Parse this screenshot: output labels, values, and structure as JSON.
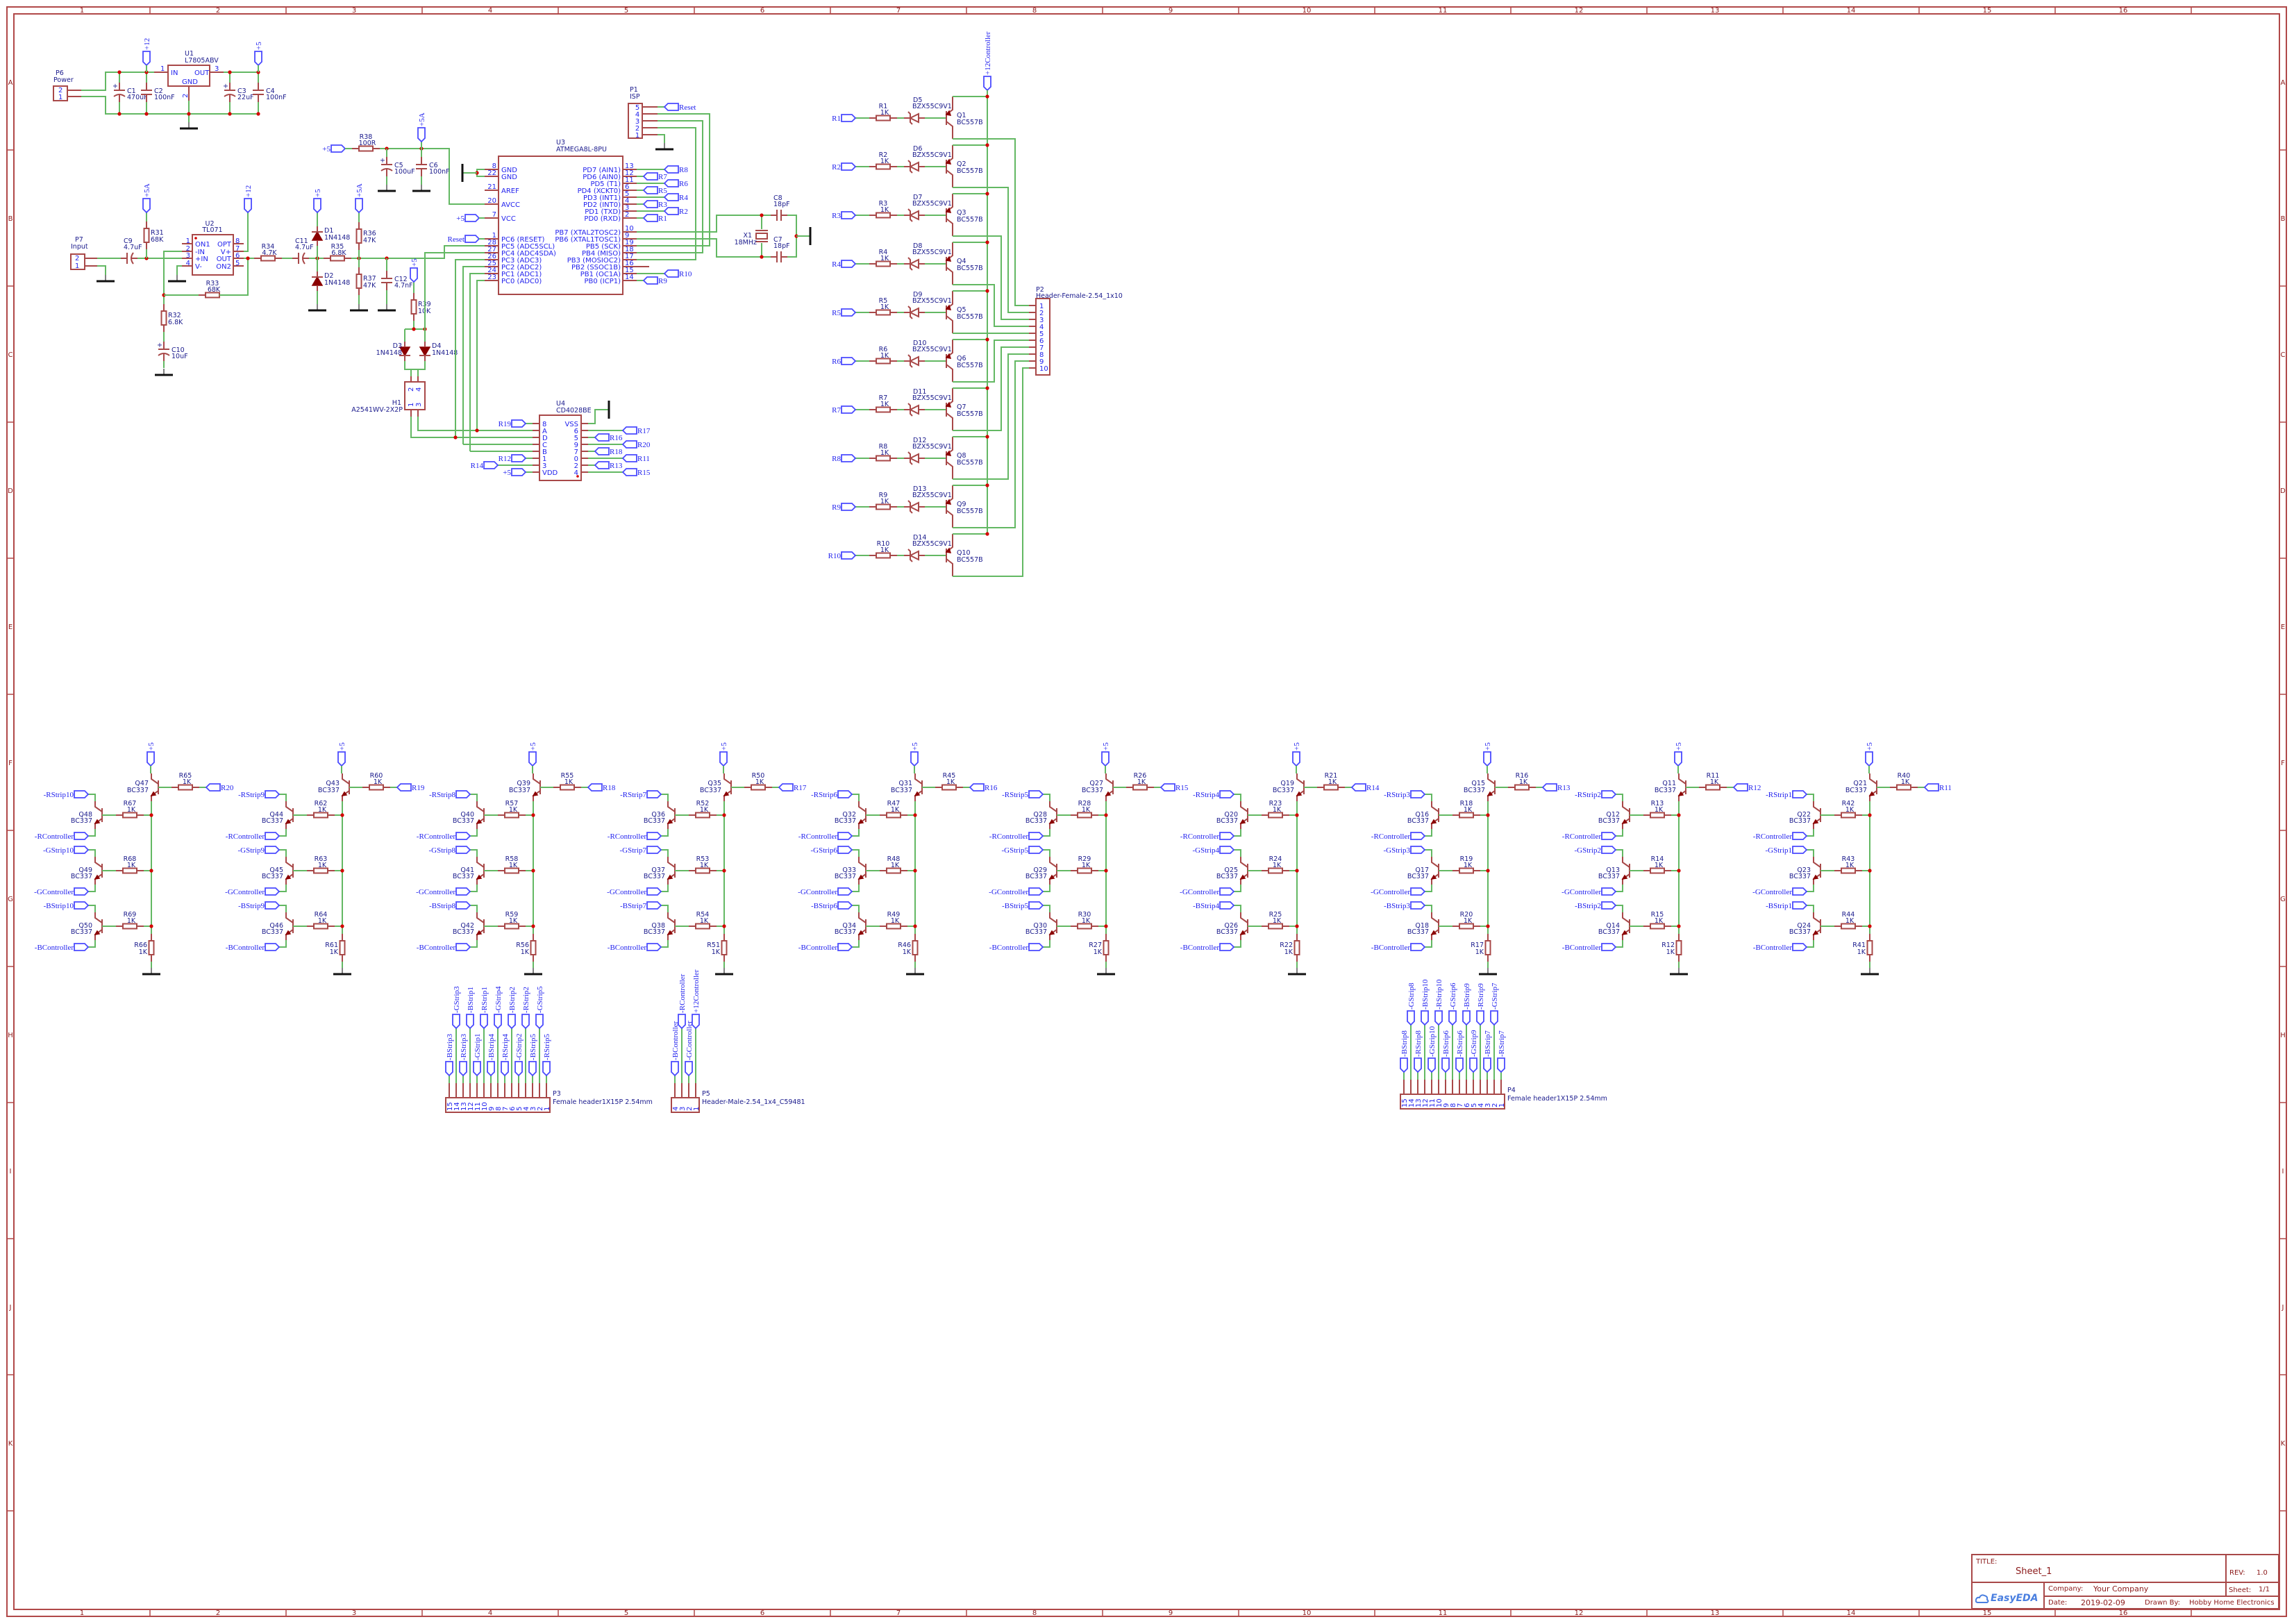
{
  "frame": {
    "columns": [
      "1",
      "2",
      "3",
      "4",
      "5",
      "6",
      "7",
      "8",
      "9",
      "10",
      "11",
      "12",
      "13",
      "14",
      "15",
      "16"
    ],
    "rows": [
      "A",
      "B",
      "C",
      "D",
      "E",
      "F",
      "G",
      "H",
      "I",
      "J",
      "K"
    ]
  },
  "title_block": {
    "title_label": "TITLE:",
    "title": "Sheet_1",
    "rev_label": "REV:",
    "rev": "1.0",
    "company_label": "Company:",
    "company": "Your Company",
    "sheet_label": "Sheet:",
    "sheet": "1/1",
    "date_label": "Date:",
    "date": "2019-02-09",
    "drawn_by_label": "Drawn By:",
    "drawn_by": "Hobby Home Electronics",
    "logo": "EasyEDA",
    "logo_color": "#4a7fe0"
  },
  "colors": {
    "wire": "#63b863",
    "component": "#a84848",
    "net_label": "#2222ee",
    "junction": "#d40000",
    "frame": "#b04848"
  },
  "power_supply": {
    "connector": {
      "ref": "P6",
      "value": "Power",
      "pins": [
        "2",
        "1"
      ]
    },
    "regulator": {
      "ref": "U1",
      "value": "L7805ABV",
      "pin_in": "IN",
      "pin_out": "OUT",
      "pin_gnd": "GND",
      "pin_numbers": [
        "1",
        "3",
        "2"
      ]
    },
    "caps": [
      {
        "ref": "C1",
        "value": "470uF"
      },
      {
        "ref": "C2",
        "value": "100nF"
      },
      {
        "ref": "C3",
        "value": "22uF"
      },
      {
        "ref": "C4",
        "value": "100nF"
      }
    ],
    "ports": [
      "+12",
      "+5"
    ]
  },
  "input_stage": {
    "connector": {
      "ref": "P7",
      "value": "Input",
      "pins": [
        "2",
        "1"
      ]
    },
    "opamp": {
      "ref": "U2",
      "value": "TL071",
      "left_pins": [
        {
          "num": "1",
          "name": "ON1"
        },
        {
          "num": "2",
          "name": "-IN"
        },
        {
          "num": "3",
          "name": "+IN"
        },
        {
          "num": "4",
          "name": "V-"
        }
      ],
      "right_pins": [
        {
          "num": "8",
          "name": "OPT"
        },
        {
          "num": "7",
          "name": "V+"
        },
        {
          "num": "6",
          "name": "OUT"
        },
        {
          "num": "5",
          "name": "ON2"
        }
      ]
    },
    "C9": {
      "ref": "C9",
      "value": "4.7uF"
    },
    "R31": {
      "ref": "R31",
      "value": "68K"
    },
    "R32": {
      "ref": "R32",
      "value": "6.8K"
    },
    "R33": {
      "ref": "R33",
      "value": "68K"
    },
    "C10": {
      "ref": "C10",
      "value": "10uF"
    },
    "R34": {
      "ref": "R34",
      "value": "4.7K"
    },
    "C11": {
      "ref": "C11",
      "value": "4.7uF"
    },
    "D1": {
      "ref": "D1",
      "value": "1N4148"
    },
    "D2": {
      "ref": "D2",
      "value": "1N4148"
    },
    "R35": {
      "ref": "R35",
      "value": "6.8K"
    },
    "R36": {
      "ref": "R36",
      "value": "47K"
    },
    "R37": {
      "ref": "R37",
      "value": "47K"
    },
    "C12": {
      "ref": "C12",
      "value": "4.7nF"
    },
    "R39": {
      "ref": "R39",
      "value": "10K"
    },
    "D3": {
      "ref": "D3",
      "value": "1N4148"
    },
    "D4": {
      "ref": "D4",
      "value": "1N4148"
    },
    "H1": {
      "ref": "H1",
      "value": "A2541WV-2X2P",
      "pins": [
        "2",
        "4",
        "1",
        "3"
      ]
    },
    "ports": {
      "p5a": "+5A",
      "p12": "+12",
      "p5": "+5"
    }
  },
  "mcu_supply": {
    "R38": {
      "ref": "R38",
      "value": "100R"
    },
    "C5": {
      "ref": "C5",
      "value": "100uF"
    },
    "C6": {
      "ref": "C6",
      "value": "100nF"
    },
    "ports": {
      "in": "+5",
      "p5a": "+5A",
      "vcc": "+5"
    }
  },
  "mcu": {
    "ref": "U3",
    "value": "ATMEGA8L-8PU",
    "left_pins": [
      {
        "num": "8",
        "name": "GND"
      },
      {
        "num": "22",
        "name": "GND"
      },
      {
        "num": "21",
        "name": "AREF"
      },
      {
        "num": "20",
        "name": "AVCC"
      },
      {
        "num": "7",
        "name": "VCC"
      },
      {
        "num": "1",
        "name": "PC6 (RESET)"
      },
      {
        "num": "28",
        "name": "PC5 (ADC5SCL)"
      },
      {
        "num": "27",
        "name": "PC4 (ADC4SDA)"
      },
      {
        "num": "26",
        "name": "PC3 (ADC3)"
      },
      {
        "num": "25",
        "name": "PC2 (ADC2)"
      },
      {
        "num": "24",
        "name": "PC1 (ADC1)"
      },
      {
        "num": "23",
        "name": "PC0 (ADC0)"
      }
    ],
    "right_pins": [
      {
        "num": "13",
        "name": "PD7 (AIN1)",
        "net": "R8"
      },
      {
        "num": "12",
        "name": "PD6 (AIN0)",
        "net": "R7"
      },
      {
        "num": "11",
        "name": "PD5 (T1)",
        "net": "R6"
      },
      {
        "num": "6",
        "name": "PD4 (XCKT0)",
        "net": "R5"
      },
      {
        "num": "5",
        "name": "PD3 (INT1)",
        "net": "R4"
      },
      {
        "num": "4",
        "name": "PD2 (INT0)",
        "net": "R3"
      },
      {
        "num": "3",
        "name": "PD1 (TXD)",
        "net": "R2"
      },
      {
        "num": "2",
        "name": "PD0 (RXD)",
        "net": "R1"
      },
      {
        "num": "10",
        "name": "PB7 (XTAL2TOSC2)"
      },
      {
        "num": "9",
        "name": "PB6 (XTAL1TOSC1)"
      },
      {
        "num": "19",
        "name": "PB5 (SCK)"
      },
      {
        "num": "18",
        "name": "PB4 (MISO)"
      },
      {
        "num": "17",
        "name": "PB3 (MOSIOC2)"
      },
      {
        "num": "16",
        "name": "PB2 (SSOC1B)"
      },
      {
        "num": "15",
        "name": "PB1 (OC1A)",
        "net": "R10"
      },
      {
        "num": "14",
        "name": "PB0 (ICP1)",
        "net": "R9"
      }
    ],
    "reset_net": "Reset",
    "vcc_port": "+5"
  },
  "isp": {
    "ref": "P1",
    "value": "ISP",
    "pins": [
      "5",
      "4",
      "3",
      "2",
      "1"
    ],
    "reset_net": "Reset"
  },
  "crystal": {
    "X1": {
      "ref": "X1",
      "value": "18MHz"
    },
    "C8": {
      "ref": "C8",
      "value": "18pF"
    },
    "C7": {
      "ref": "C7",
      "value": "18pF"
    }
  },
  "decoder": {
    "ref": "U4",
    "value": "CD4028BE",
    "left_pins": [
      {
        "name": "8",
        "net": "R19"
      },
      {
        "name": "A"
      },
      {
        "name": "D"
      },
      {
        "name": "C"
      },
      {
        "name": "B"
      },
      {
        "name": "1",
        "net": "R12"
      },
      {
        "name": "3",
        "net": "R14"
      },
      {
        "name": "VDD",
        "net": "+5"
      }
    ],
    "right_pins": [
      {
        "name": "VSS"
      },
      {
        "name": "6",
        "net": "R17"
      },
      {
        "name": "5",
        "net": "R16"
      },
      {
        "name": "9",
        "net": "R20"
      },
      {
        "name": "7",
        "net": "R18"
      },
      {
        "name": "0",
        "net": "R11"
      },
      {
        "name": "2",
        "net": "R13"
      },
      {
        "name": "4",
        "net": "R15"
      }
    ]
  },
  "high_side": {
    "supply_port": "+12Controller",
    "rows": [
      {
        "net": "R1",
        "r": "R1",
        "r_val": "1K",
        "d": "D5",
        "d_val": "BZX55C9V1",
        "q": "Q1",
        "q_val": "BC557B"
      },
      {
        "net": "R2",
        "r": "R2",
        "r_val": "1K",
        "d": "D6",
        "d_val": "BZX55C9V1",
        "q": "Q2",
        "q_val": "BC557B"
      },
      {
        "net": "R3",
        "r": "R3",
        "r_val": "1K",
        "d": "D7",
        "d_val": "BZX55C9V1",
        "q": "Q3",
        "q_val": "BC557B"
      },
      {
        "net": "R4",
        "r": "R4",
        "r_val": "1K",
        "d": "D8",
        "d_val": "BZX55C9V1",
        "q": "Q4",
        "q_val": "BC557B"
      },
      {
        "net": "R5",
        "r": "R5",
        "r_val": "1K",
        "d": "D9",
        "d_val": "BZX55C9V1",
        "q": "Q5",
        "q_val": "BC557B"
      },
      {
        "net": "R6",
        "r": "R6",
        "r_val": "1K",
        "d": "D10",
        "d_val": "BZX55C9V1",
        "q": "Q6",
        "q_val": "BC557B"
      },
      {
        "net": "R7",
        "r": "R7",
        "r_val": "1K",
        "d": "D11",
        "d_val": "BZX55C9V1",
        "q": "Q7",
        "q_val": "BC557B"
      },
      {
        "net": "R8",
        "r": "R8",
        "r_val": "1K",
        "d": "D12",
        "d_val": "BZX55C9V1",
        "q": "Q8",
        "q_val": "BC557B"
      },
      {
        "net": "R9",
        "r": "R9",
        "r_val": "1K",
        "d": "D13",
        "d_val": "BZX55C9V1",
        "q": "Q9",
        "q_val": "BC557B"
      },
      {
        "net": "R10",
        "r": "R10",
        "r_val": "1K",
        "d": "D14",
        "d_val": "BZX55C9V1",
        "q": "Q10",
        "q_val": "BC557B"
      }
    ],
    "connector": {
      "ref": "P2",
      "value": "Header-Female-2.54_1x10",
      "pins": [
        "1",
        "2",
        "3",
        "4",
        "5",
        "6",
        "7",
        "8",
        "9",
        "10"
      ]
    }
  },
  "strip_drivers": {
    "supply_port": "+5",
    "transistor_value": "BC337",
    "resistor_value": "1K",
    "groups": [
      {
        "strip": "10",
        "q_main": "Q47",
        "r_base": "R65",
        "net": "R20",
        "r_pull": "R66",
        "rows": [
          {
            "q": "Q48",
            "r": "R67"
          },
          {
            "q": "Q49",
            "r": "R68"
          },
          {
            "q": "Q50",
            "r": "R69"
          }
        ]
      },
      {
        "strip": "9",
        "q_main": "Q43",
        "r_base": "R60",
        "net": "R19",
        "r_pull": "R61",
        "rows": [
          {
            "q": "Q44",
            "r": "R62"
          },
          {
            "q": "Q45",
            "r": "R63"
          },
          {
            "q": "Q46",
            "r": "R64"
          }
        ]
      },
      {
        "strip": "8",
        "q_main": "Q39",
        "r_base": "R55",
        "net": "R18",
        "r_pull": "R56",
        "rows": [
          {
            "q": "Q40",
            "r": "R57"
          },
          {
            "q": "Q41",
            "r": "R58"
          },
          {
            "q": "Q42",
            "r": "R59"
          }
        ]
      },
      {
        "strip": "7",
        "q_main": "Q35",
        "r_base": "R50",
        "net": "R17",
        "r_pull": "R51",
        "rows": [
          {
            "q": "Q36",
            "r": "R52"
          },
          {
            "q": "Q37",
            "r": "R53"
          },
          {
            "q": "Q38",
            "r": "R54"
          }
        ]
      },
      {
        "strip": "6",
        "q_main": "Q31",
        "r_base": "R45",
        "net": "R16",
        "r_pull": "R46",
        "rows": [
          {
            "q": "Q32",
            "r": "R47"
          },
          {
            "q": "Q33",
            "r": "R48"
          },
          {
            "q": "Q34",
            "r": "R49"
          }
        ]
      },
      {
        "strip": "5",
        "q_main": "Q27",
        "r_base": "R26",
        "net": "R15",
        "r_pull": "R27",
        "rows": [
          {
            "q": "Q28",
            "r": "R28"
          },
          {
            "q": "Q29",
            "r": "R29"
          },
          {
            "q": "Q30",
            "r": "R30"
          }
        ]
      },
      {
        "strip": "4",
        "q_main": "Q19",
        "r_base": "R21",
        "net": "R14",
        "r_pull": "R22",
        "rows": [
          {
            "q": "Q20",
            "r": "R23"
          },
          {
            "q": "Q25",
            "r": "R24"
          },
          {
            "q": "Q26",
            "r": "R25"
          }
        ]
      },
      {
        "strip": "3",
        "q_main": "Q15",
        "r_base": "R16",
        "net": "R13",
        "r_pull": "R17",
        "rows": [
          {
            "q": "Q16",
            "r": "R18"
          },
          {
            "q": "Q17",
            "r": "R19"
          },
          {
            "q": "Q18",
            "r": "R20"
          }
        ]
      },
      {
        "strip": "2",
        "q_main": "Q11",
        "r_base": "R11",
        "net": "R12",
        "r_pull": "R12",
        "rows": [
          {
            "q": "Q12",
            "r": "R13"
          },
          {
            "q": "Q13",
            "r": "R14"
          },
          {
            "q": "Q14",
            "r": "R15"
          }
        ]
      },
      {
        "strip": "1",
        "q_main": "Q21",
        "r_base": "R40",
        "net": "R11",
        "r_pull": "R41",
        "rows": [
          {
            "q": "Q22",
            "r": "R42"
          },
          {
            "q": "Q23",
            "r": "R43"
          },
          {
            "q": "Q24",
            "r": "R44"
          }
        ]
      }
    ],
    "row_nets": [
      {
        "strip_prefix": "-RStrip",
        "controller": "-RController"
      },
      {
        "strip_prefix": "-GStrip",
        "controller": "-GController"
      },
      {
        "strip_prefix": "-BStrip",
        "controller": "-BController"
      }
    ]
  },
  "output_connectors": [
    {
      "ref": "P3",
      "value": "Female header1X15P 2.54mm",
      "pins": [
        {
          "num": "15",
          "net": "-BStrip3"
        },
        {
          "num": "14",
          "net": "-GStrip3"
        },
        {
          "num": "13",
          "net": "-RStrip3"
        },
        {
          "num": "12",
          "net": "-BStrip1"
        },
        {
          "num": "11",
          "net": "-GStrip1"
        },
        {
          "num": "10",
          "net": "-RStrip1"
        },
        {
          "num": "9",
          "net": "-BStrip4"
        },
        {
          "num": "8",
          "net": "-GStrip4"
        },
        {
          "num": "7",
          "net": "-RStrip4"
        },
        {
          "num": "6",
          "net": "-BStrip2"
        },
        {
          "num": "5",
          "net": "-GStrip2"
        },
        {
          "num": "4",
          "net": "-RStrip2"
        },
        {
          "num": "3",
          "net": "-BStrip5"
        },
        {
          "num": "2",
          "net": "-GStrip5"
        },
        {
          "num": "1",
          "net": "-RStrip5"
        }
      ]
    },
    {
      "ref": "P5",
      "value": "Header-Male-2.54_1x4_C59481",
      "pins": [
        {
          "num": "4",
          "net": "-BController"
        },
        {
          "num": "3",
          "net": "-RController"
        },
        {
          "num": "2",
          "net": "-GController"
        },
        {
          "num": "1",
          "net": "+12Controller"
        }
      ]
    },
    {
      "ref": "P4",
      "value": "Female header1X15P 2.54mm",
      "pins": [
        {
          "num": "15",
          "net": "-BStrip8"
        },
        {
          "num": "14",
          "net": "-GStrip8"
        },
        {
          "num": "13",
          "net": "-RStrip8"
        },
        {
          "num": "12",
          "net": "-BStrip10"
        },
        {
          "num": "11",
          "net": "-GStrip10"
        },
        {
          "num": "10",
          "net": "-RStrip10"
        },
        {
          "num": "9",
          "net": "-BStrip6"
        },
        {
          "num": "8",
          "net": "-GStrip6"
        },
        {
          "num": "7",
          "net": "-RStrip6"
        },
        {
          "num": "6",
          "net": "-BStrip9"
        },
        {
          "num": "5",
          "net": "-GStrip9"
        },
        {
          "num": "4",
          "net": "-RStrip9"
        },
        {
          "num": "3",
          "net": "-BStrip7"
        },
        {
          "num": "2",
          "net": "-GStrip7"
        },
        {
          "num": "1",
          "net": "-RStrip7"
        }
      ]
    }
  ]
}
